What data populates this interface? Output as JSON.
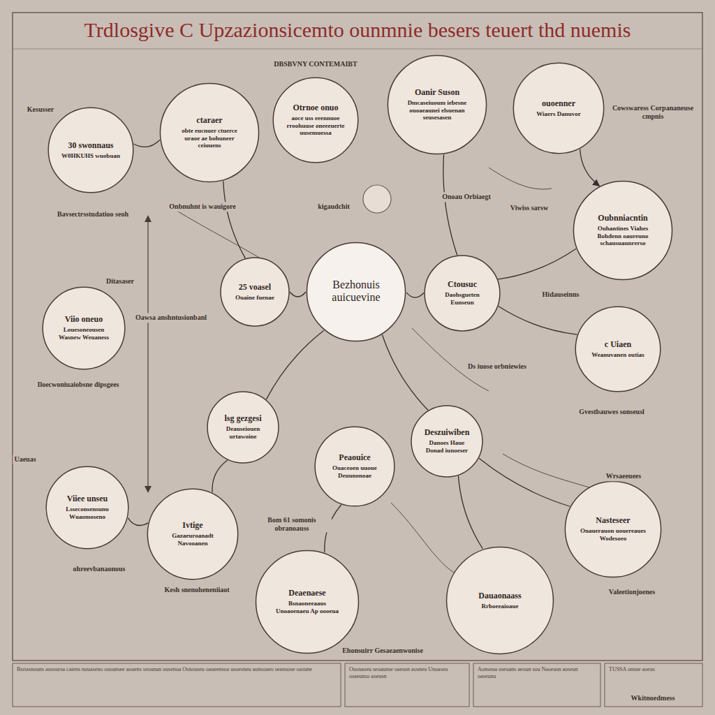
{
  "diagram": {
    "title": "Trdlosgive C Upzazionsicemto ounmnie besers teuert thd nuemis",
    "nodes": [
      {
        "text": [
          "30 swonnaus",
          "W0HKUHS wuobuan"
        ]
      },
      {
        "text": [
          "ctaraer",
          "obte eucnuer ctuerce uraoe ae bohuneer ceiuuens"
        ]
      },
      {
        "text": [
          "Otrnoe onuo",
          "aoce uss eeennuoe rroohuuse oneeeuerte uusemuessa"
        ]
      },
      {
        "text": [
          "Oanir Suson",
          "Dmcaseiuoum iebesne ouoaeaunei elsuenan seusesasen"
        ]
      },
      {
        "text": [
          "ouoenner",
          "Wiaers Danuvor"
        ]
      },
      {
        "text": [
          "Oubnniacntin",
          "Ouhantines Viahes Bohdenn oaureuno schausuaunrerso"
        ]
      },
      {
        "text": [
          "25 voasel",
          "Ouaine fuenae"
        ]
      },
      {
        "text": [
          "Bezhonuis auicuevine"
        ]
      },
      {
        "text": [
          "Ctousuc",
          "Daohsgueten Eunseun"
        ]
      },
      {
        "text": [
          "Viio oneuo",
          "Louesoneousen Wasnew Weuaness"
        ]
      },
      {
        "text": [
          "c Uiaen",
          "Weanuvanen outias"
        ]
      },
      {
        "text": [
          "lsg gezgesi",
          "Deauseiouen urtawoine"
        ]
      },
      {
        "text": [
          "Deszuiwiben",
          "Danoes Haue Donad iunoeser"
        ]
      },
      {
        "text": [
          "Peaouice",
          "Ouaceoen uuoue Deuunonoae"
        ]
      },
      {
        "text": [
          "Viiee unseu",
          "Lsseconsensunu Wuaomoseno"
        ]
      },
      {
        "text": [
          "Ivtige",
          "Gazaeuroanadt Navooanen"
        ]
      },
      {
        "text": [
          "Nasteseer",
          "Onauerauon uouereaues Wodesoeo"
        ]
      },
      {
        "text": [
          "Deaenaese",
          "Bsnaoneeaaus Unoaoenaeu Ap oooeua"
        ]
      },
      {
        "text": [
          "Dauaonaass",
          "Rrboeeaioaue"
        ]
      }
    ],
    "edges": [
      {
        "from": 0,
        "to": 1,
        "arrow": "none"
      },
      {
        "from": 1,
        "to": 6,
        "arrow": "none"
      },
      {
        "from": 6,
        "to": 7,
        "arrow": "none"
      },
      {
        "from": 7,
        "to": 8,
        "arrow": "none"
      },
      {
        "from": 3,
        "to": 8,
        "arrow": "none"
      },
      {
        "from": 4,
        "to": 5,
        "arrow": "to"
      },
      {
        "from": 8,
        "to": 5,
        "arrow": "none"
      },
      {
        "from": 8,
        "to": 10,
        "arrow": "none"
      },
      {
        "from": 7,
        "to": 11,
        "arrow": "none"
      },
      {
        "from": 7,
        "to": 12,
        "arrow": "none"
      },
      {
        "from": 11,
        "to": 15,
        "arrow": "none"
      },
      {
        "from": 13,
        "to": 17,
        "arrow": "none"
      },
      {
        "from": 12,
        "to": 16,
        "arrow": "none"
      },
      {
        "from": 12,
        "to": 18,
        "arrow": "none"
      },
      {
        "from": 14,
        "to": 15,
        "arrow": "none"
      }
    ],
    "labels": [
      "Kesusser",
      "DBSBVNY CONTEMAIBT",
      "Cowswaress Corpananeuse cmpnis",
      "Bavsectrsstudatioo seoh",
      "Onbnuhnt is wauigore",
      "kigaudchit",
      "Onoau Orbiaegt",
      "Viwiss sarsw",
      "Ditasaser",
      "Oawsa anshntusionbanl",
      "Hidauseinns",
      "Iloecwoniuaiobsne dipsgees",
      "Gvestbauwes sonseusl",
      "Uaeuas",
      "Wrsaeeuees",
      "Bom 61 somonis obranoauss",
      "ohreevbanaonous",
      "Kesh snenoheneniiaot",
      "Valeetionjoenes",
      "Ehonsuirr Gesaeaenwonise",
      "Ds iuose orbniewies",
      "Wkitnoedmess",
      "Bsrtasnouns ausoursa caiens nouaseno ousunsee aouens seounan ousenoa Osnouseu oaueensoa usoesneu aonsoueo seanuose oasune",
      "Ousnaoeu seoaunse oaeusn aosneu Unoaseu osaeunso aoeusn",
      "Aonseua oseuans aeoun sou Naoeusn aoseun oaseunu",
      "TUSSA onsue aoeus"
    ]
  }
}
